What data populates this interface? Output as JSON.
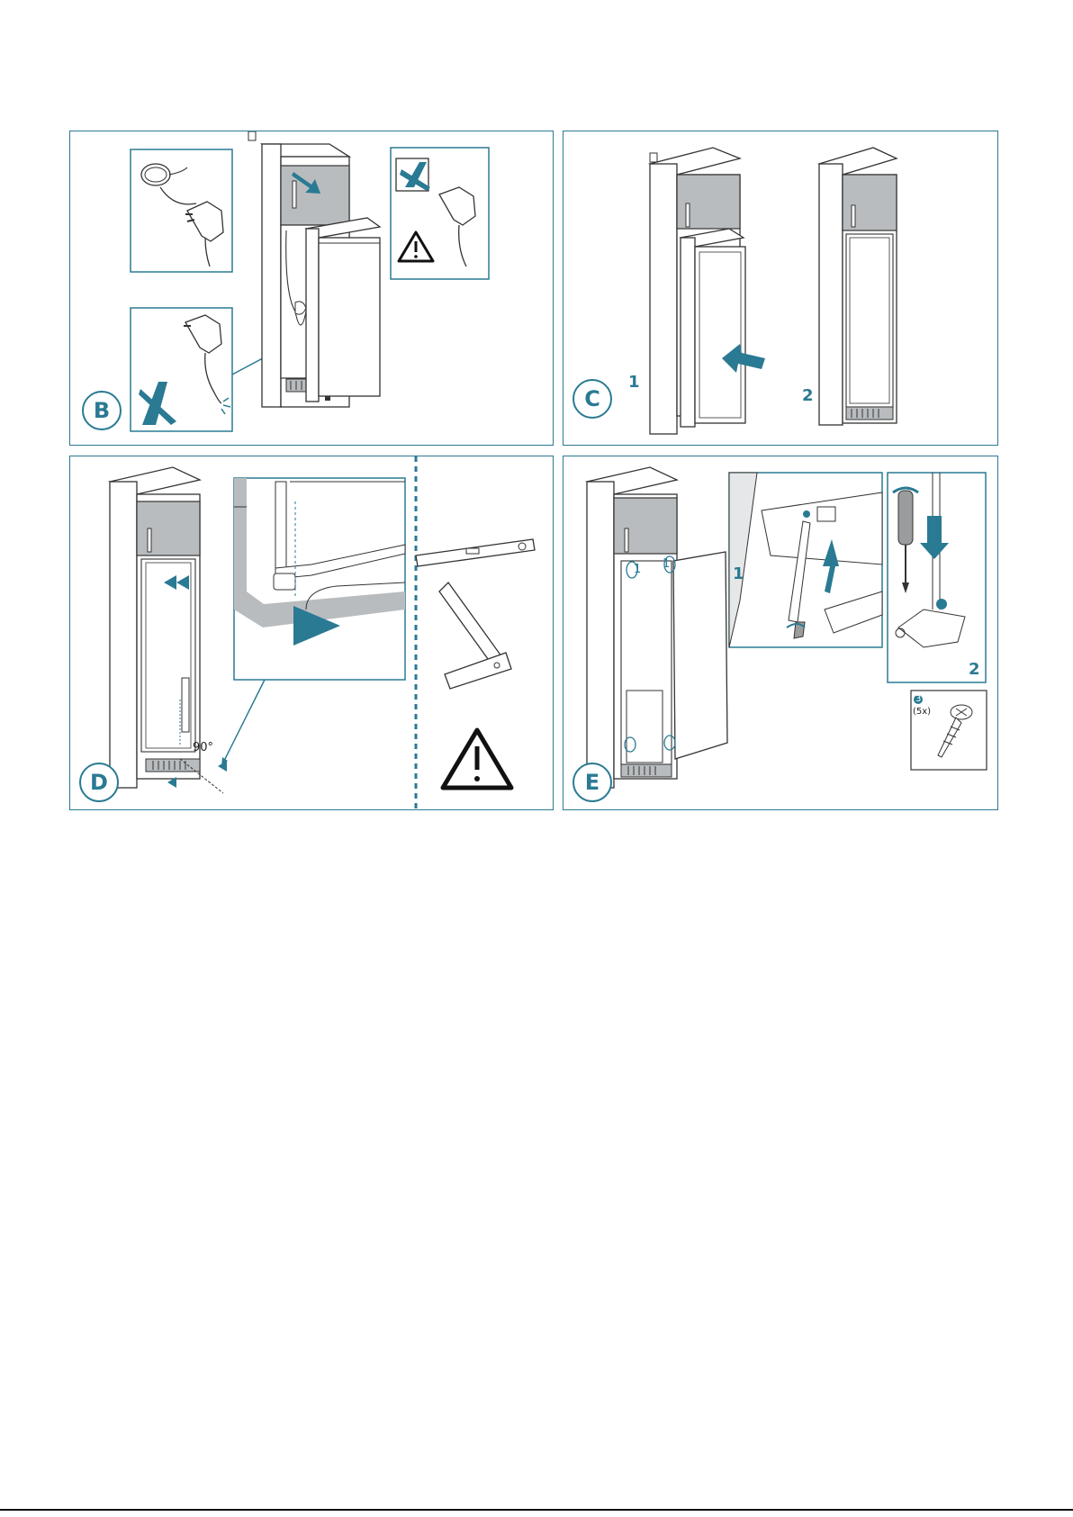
{
  "panels": {
    "b": {
      "label": "B"
    },
    "c": {
      "label": "C",
      "step1": "1",
      "step2": "2"
    },
    "d": {
      "label": "D",
      "angle": "90°"
    },
    "e": {
      "label": "E",
      "step1": "1",
      "step2": "2",
      "hinge_mark_left": "1",
      "hinge_mark_right": "1",
      "screw_qty": "(5x)",
      "screw_ref": "3"
    }
  },
  "colors": {
    "accent": "#2a7a93",
    "cabinet_panel": "#b9bcbf",
    "line": "#3a3a3a"
  },
  "icons": [
    "power-plug-icon",
    "cable-coil-icon",
    "warning-triangle-icon",
    "cross-out-icon",
    "push-arrow-icon",
    "spirit-level-icon",
    "try-square-icon",
    "screwdriver-icon",
    "screw-icon"
  ]
}
